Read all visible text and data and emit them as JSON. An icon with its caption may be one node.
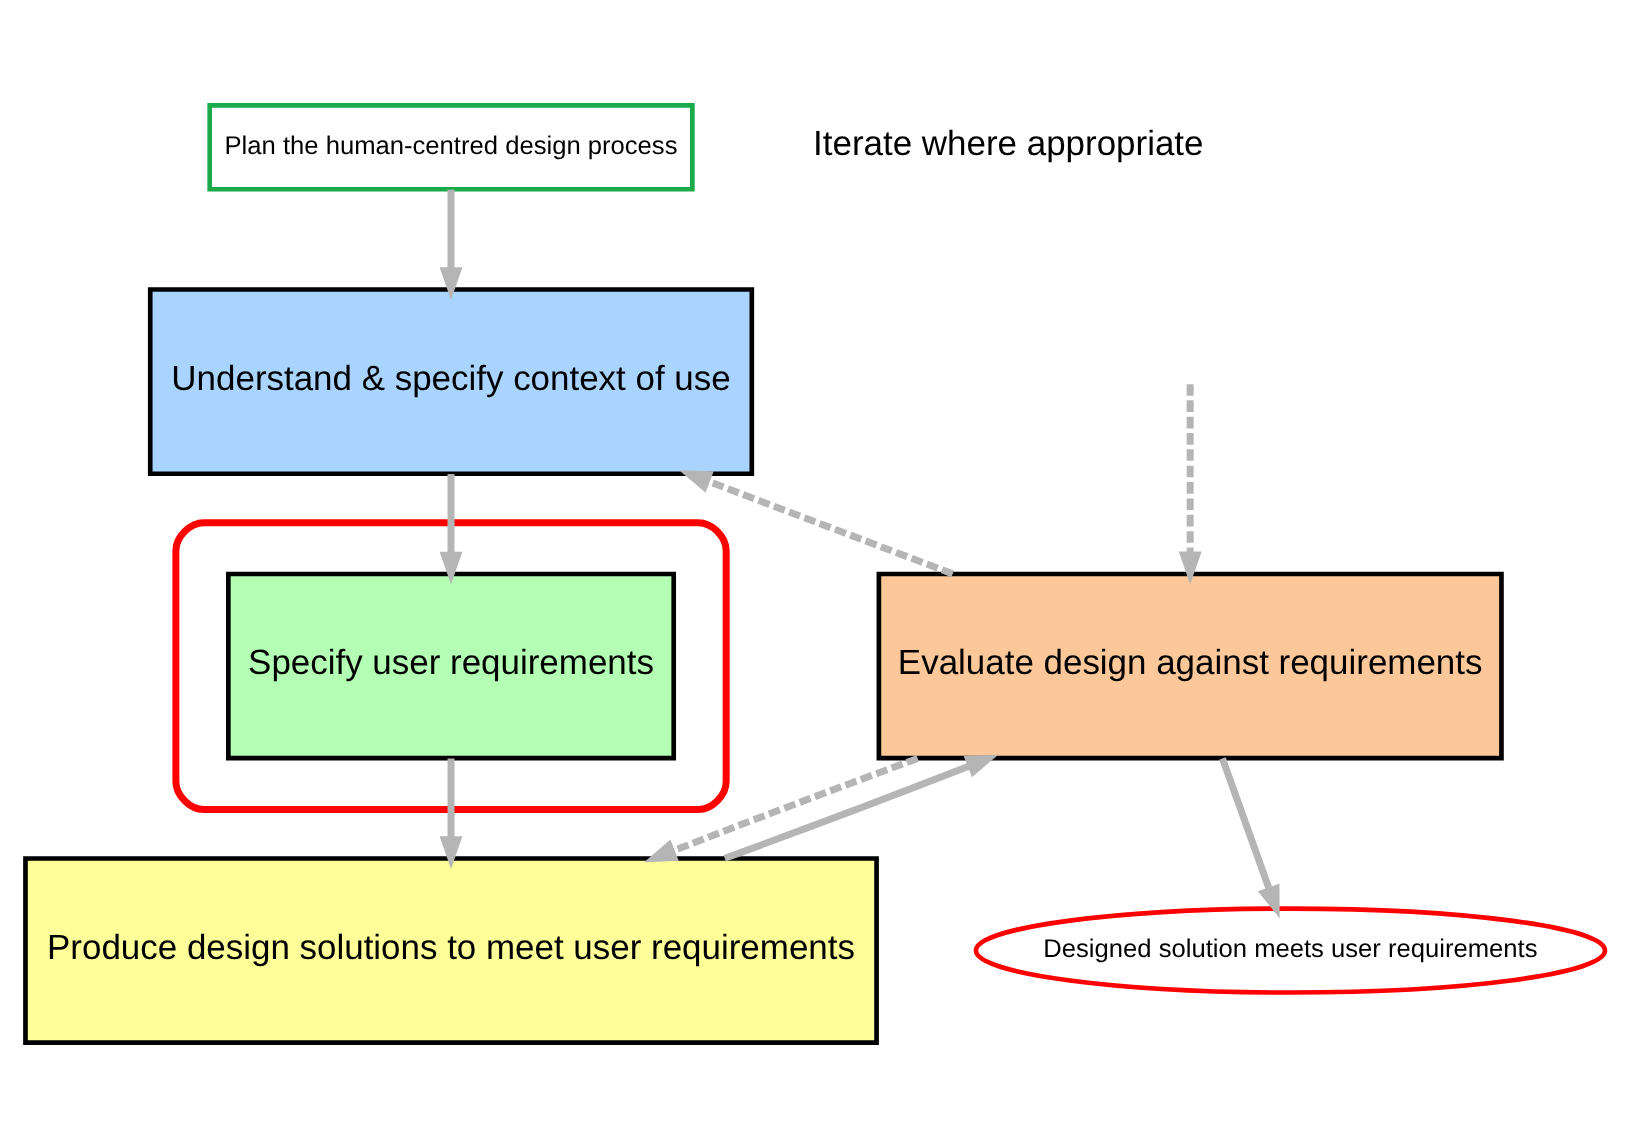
{
  "diagram": {
    "nodes": [
      {
        "text": [
          "Plan the human-centred design process"
        ]
      },
      {
        "text": [
          "Understand & specify context of use"
        ]
      },
      {
        "text": [
          "Evaluate design against requirements"
        ]
      },
      {
        "text": [],
        "shape": "ellipse"
      },
      {
        "text": [
          "Specify user requirements"
        ],
        "in": 3
      },
      {
        "text": [
          "Produce design solutions to meet user requirements"
        ]
      },
      {
        "text": [
          "Designed solution meets user requirements"
        ]
      }
    ],
    "edges": [
      {
        "from": 0,
        "to": 1,
        "arrow": "to"
      },
      {
        "from": 1,
        "to": 4,
        "arrow": "to"
      },
      {
        "from": 4,
        "to": 5,
        "arrow": "to"
      },
      {
        "from": 5,
        "to": 2,
        "arrow": "to"
      },
      {
        "from": 2,
        "to": 6,
        "arrow": "to"
      },
      {
        "from": 2,
        "to": 1,
        "arrow": "to",
        "style": "dashed"
      },
      {
        "from": null,
        "to": 2,
        "arrow": "to",
        "style": "dashed"
      },
      {
        "from": 2,
        "to": 5,
        "arrow": "to",
        "style": "dashed"
      }
    ],
    "labels": [
      "Iterate where appropriate"
    ]
  }
}
